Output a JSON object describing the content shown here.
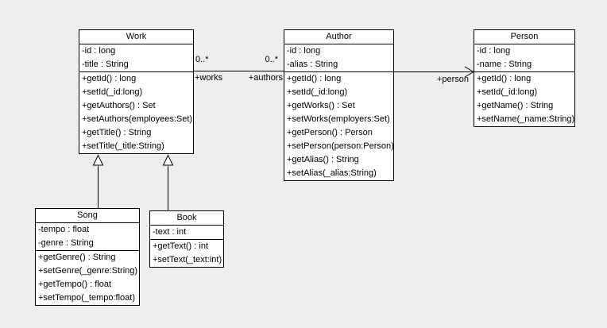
{
  "diagram": {
    "kind": "uml-class-diagram",
    "background_color": "#eeeeee",
    "box_fill": "#ffffff",
    "line_color": "#000000"
  },
  "classes": [
    {
      "name": "Work",
      "attributes": [
        "-id : long",
        "-title : String"
      ],
      "methods": [
        "+getId() : long",
        "+setId(_id:long)",
        "+getAuthors() : Set",
        "+setAuthors(employees:Set)",
        "+getTitle() : String",
        "+setTitle(_title:String)"
      ]
    },
    {
      "name": "Author",
      "attributes": [
        "-id : long",
        "-alias : String"
      ],
      "methods": [
        "+getId() : long",
        "+setId(_id:long)",
        "+getWorks() : Set",
        "+setWorks(employers:Set)",
        "+getPerson() : Person",
        "+setPerson(person:Person)",
        "+getAlias() : String",
        "+setAlias(_alias:String)"
      ]
    },
    {
      "name": "Person",
      "attributes": [
        "-id : long",
        "-name : String"
      ],
      "methods": [
        "+getId() : long",
        "+setId(_id:long)",
        "+getName() : String",
        "+setName(_name:String)"
      ]
    },
    {
      "name": "Song",
      "attributes": [
        "-tempo : float",
        "-genre : String"
      ],
      "methods": [
        "+getGenre() : String",
        "+setGenre(_genre:String)",
        "+getTempo() : float",
        "+setTempo(_tempo:float)"
      ]
    },
    {
      "name": "Book",
      "attributes": [
        "-text : int"
      ],
      "methods": [
        "+getText() : int",
        "+setText(_text:int)"
      ]
    }
  ],
  "relations": {
    "work_author": {
      "type": "association",
      "multiplicity_work_end": "0..*",
      "multiplicity_author_end": "0..*",
      "role_work_end": "+works",
      "role_author_end": "+authors"
    },
    "author_person": {
      "type": "directed-association",
      "role_person_end": "+person"
    },
    "song_work": {
      "type": "generalization"
    },
    "book_work": {
      "type": "generalization"
    }
  }
}
